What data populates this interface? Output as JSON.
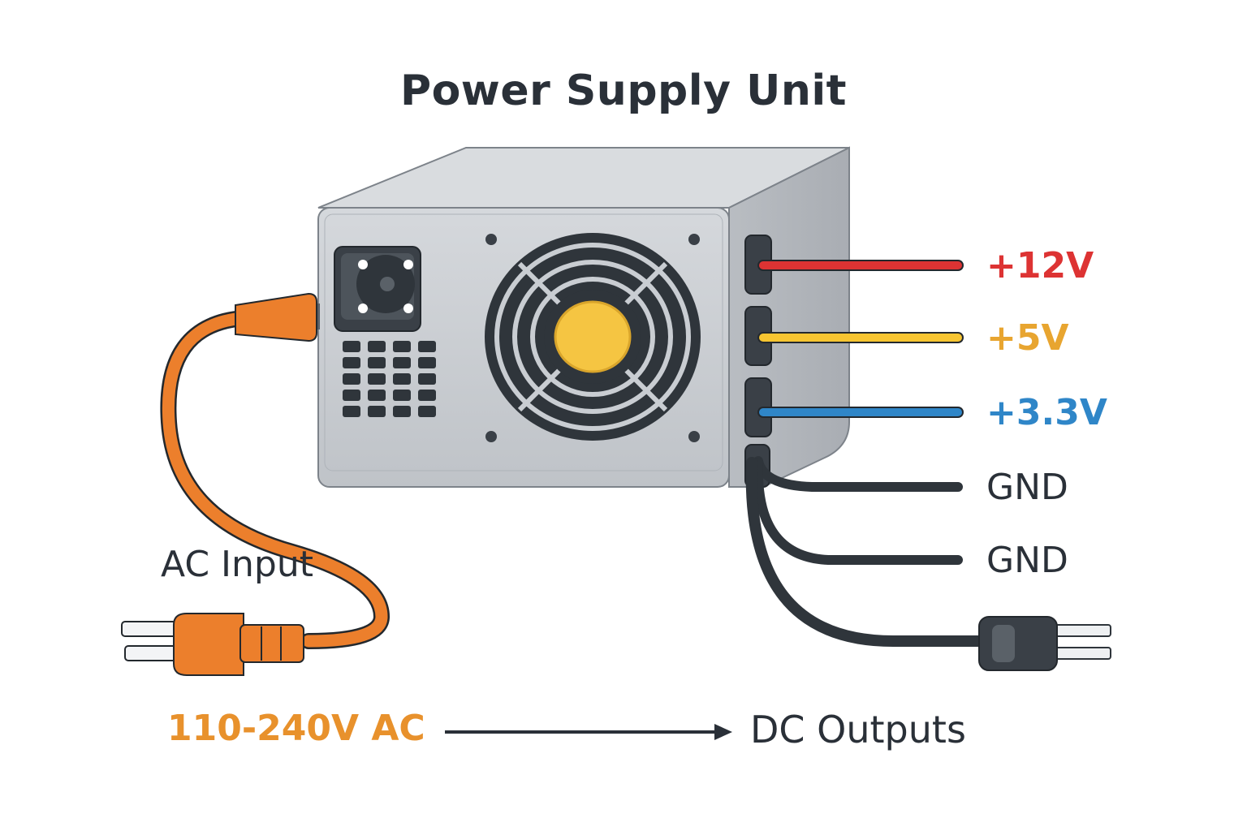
{
  "title": "Power Supply Unit",
  "labels": {
    "ac_input": "AC Input",
    "input_range": "110-240V AC",
    "dc_outputs": "DC Outputs"
  },
  "rails": [
    {
      "label": "+12V",
      "color": "#dd3333"
    },
    {
      "label": "+5V",
      "color": "#e8a530"
    },
    {
      "label": "+3.3V",
      "color": "#2f86c8"
    },
    {
      "label": "GND",
      "color": "#2a3038"
    },
    {
      "label": "GND",
      "color": "#2a3038"
    }
  ],
  "colors": {
    "ac_cable": "#ec7f2c",
    "case": "#c9cdd2",
    "fan_hub": "#f5c542",
    "dark": "#2f353b"
  },
  "icons": {
    "psu": "power-supply-unit-icon",
    "fan": "fan-grille-icon",
    "ac_socket": "iec-socket-icon",
    "ac_plug": "ac-plug-icon",
    "dc_plug": "dc-plug-icon",
    "arrow": "right-arrow-icon"
  }
}
